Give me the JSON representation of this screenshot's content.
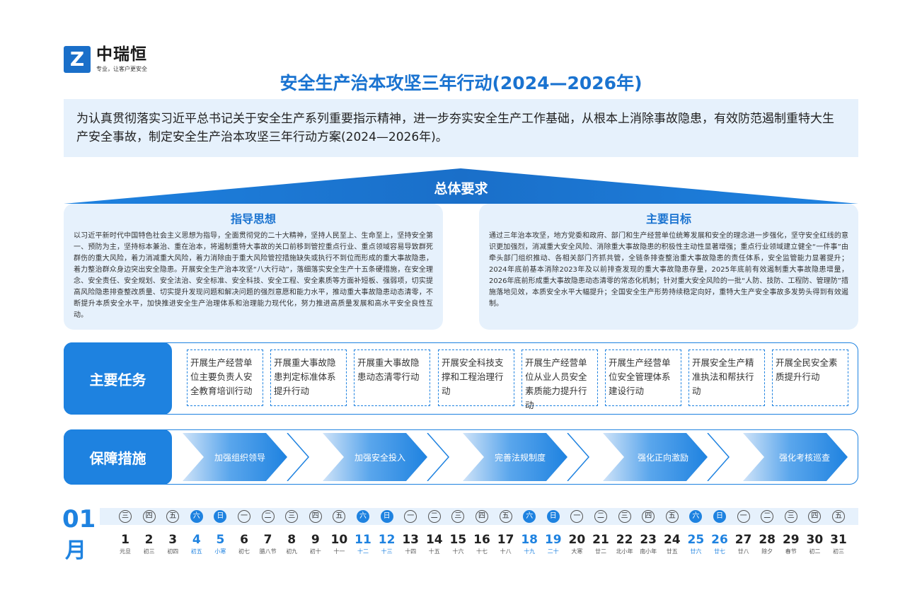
{
  "logo": {
    "mark": "Z",
    "name": "中瑞恒",
    "slogan": "专业，让客户更安全"
  },
  "title": "安全生产治本攻坚三年行动(2024—2026年)",
  "intro": "为认真贯彻落实习近平总书记关于安全生产系列重要指示精神，进一步夯实安全生产工作基础，从根本上消除事故隐患，有效防范遏制重特大生产安全事故，制定安全生产治本攻坚三年行动方案(2024—2026年)。",
  "overall": {
    "label": "总体要求",
    "guiding": {
      "title": "指导思想",
      "text": "以习近平新时代中国特色社会主义思想为指导，全面贯彻党的二十大精神，坚持人民至上、生命至上，坚持安全第一、预防为主，坚持标本兼治、重在治本，将遏制重特大事故的关口前移到管控重点行业、重点领域容易导致群死群伤的重大风险，着力消减重大风险，着力消除由于重大风险管控措施缺失或执行不到位而形成的重大事故隐患，着力整治群众身边突出安全隐患。开展安全生产治本攻坚“八大行动”，落细落实安全生产十五条硬措施，在安全理念、安全责任、安全规划、安全法治、安全标准、安全科技、安全工程、安全素质等方面补短板、强弱项，切实提高风险隐患排查整改质量、切实提升发现问题和解决问题的强烈意愿和能力水平，推动重大事故隐患动态清零，不断提升本质安全水平，加快推进安全生产治理体系和治理能力现代化，努力推进高质量发展和高水平安全良性互动。"
    },
    "goals": {
      "title": "主要目标",
      "text": "通过三年治本攻坚，地方党委和政府、部门和生产经营单位统筹发展和安全的理念进一步强化，坚守安全红线的意识更加强烈，消减重大安全风险、消除重大事故隐患的积极性主动性显著增强；重点行业领域建立健全“一件事”由牵头部门组织推动、各相关部门齐抓共管，全链条排查整治重大事故隐患的责任体系，安全监管能力显著提升；2024年底前基本消除2023年及以前排查发现的重大事故隐患存量，2025年底前有效遏制重大事故隐患增量，2026年底前形成重大事故隐患动态清零的常态化机制；针对重大安全风险的一批“人防、技防、工程防、管理防”措施落地见效，本质安全水平大幅提升；全国安全生产形势持续稳定向好，重特大生产安全事故多发势头得到有效遏制。"
    }
  },
  "tasks": {
    "label": "主要任务",
    "items": [
      "开展生产经营单位主要负责人安全教育培训行动",
      "开展重大事故隐患判定标准体系提升行动",
      "开展重大事故隐患动态清零行动",
      "开展安全科技支撑和工程治理行动",
      "开展生产经营单位从业人员安全素质能力提升行动",
      "开展生产经营单位安全管理体系建设行动",
      "开展安全生产精准执法和帮扶行动",
      "开展全民安全素质提升行动"
    ]
  },
  "guarantees": {
    "label": "保障措施",
    "items": [
      "加强组织领导",
      "加强安全投入",
      "完善法规制度",
      "强化正向激励",
      "强化考核巡查"
    ]
  },
  "calendar": {
    "month_num": "01",
    "month_char": "月",
    "days": [
      {
        "w": "三",
        "d": "1",
        "s": "元旦"
      },
      {
        "w": "四",
        "d": "2",
        "s": "初三"
      },
      {
        "w": "五",
        "d": "3",
        "s": "初四"
      },
      {
        "w": "六",
        "d": "4",
        "s": "初五"
      },
      {
        "w": "日",
        "d": "5",
        "s": "小寒"
      },
      {
        "w": "一",
        "d": "6",
        "s": "初七"
      },
      {
        "w": "二",
        "d": "7",
        "s": "腊八节"
      },
      {
        "w": "三",
        "d": "8",
        "s": "初九"
      },
      {
        "w": "四",
        "d": "9",
        "s": "初十"
      },
      {
        "w": "五",
        "d": "10",
        "s": "十一"
      },
      {
        "w": "六",
        "d": "11",
        "s": "十二"
      },
      {
        "w": "日",
        "d": "12",
        "s": "十三"
      },
      {
        "w": "一",
        "d": "13",
        "s": "十四"
      },
      {
        "w": "二",
        "d": "14",
        "s": "十五"
      },
      {
        "w": "三",
        "d": "15",
        "s": "十六"
      },
      {
        "w": "四",
        "d": "16",
        "s": "十七"
      },
      {
        "w": "五",
        "d": "17",
        "s": "十八"
      },
      {
        "w": "六",
        "d": "18",
        "s": "十九"
      },
      {
        "w": "日",
        "d": "19",
        "s": "二十"
      },
      {
        "w": "一",
        "d": "20",
        "s": "大寒"
      },
      {
        "w": "二",
        "d": "21",
        "s": "廿二"
      },
      {
        "w": "三",
        "d": "22",
        "s": "北小年"
      },
      {
        "w": "四",
        "d": "23",
        "s": "南小年"
      },
      {
        "w": "五",
        "d": "24",
        "s": "廿五"
      },
      {
        "w": "六",
        "d": "25",
        "s": "廿六"
      },
      {
        "w": "日",
        "d": "26",
        "s": "廿七"
      },
      {
        "w": "一",
        "d": "27",
        "s": "廿八"
      },
      {
        "w": "二",
        "d": "28",
        "s": "除夕"
      },
      {
        "w": "三",
        "d": "29",
        "s": "春节"
      },
      {
        "w": "四",
        "d": "30",
        "s": "初二"
      },
      {
        "w": "五",
        "d": "31",
        "s": "初三"
      }
    ]
  },
  "colors": {
    "primary": "#1e82e0",
    "title": "#1a73d0",
    "panel": "#e6f1fc"
  }
}
